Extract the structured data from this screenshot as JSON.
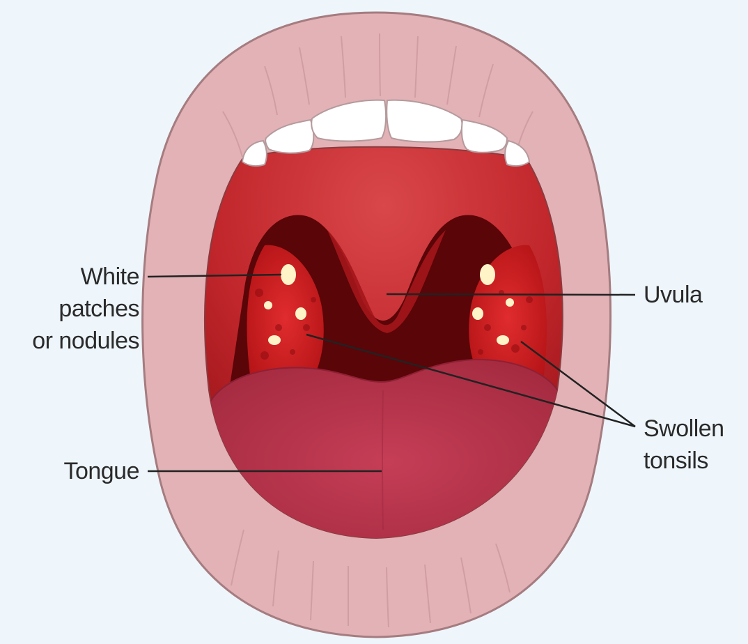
{
  "labels": {
    "white_patches": [
      "White",
      "patches",
      "or nodules"
    ],
    "uvula": "Uvula",
    "swollen_tonsils": [
      "Swollen",
      "tonsils"
    ],
    "tongue": "Tongue"
  },
  "colors": {
    "background": "#eef6fb",
    "lips": "#e2b2b6",
    "lip_outline": "#a57c80",
    "teeth": "#ffffff",
    "palate": "#c22a2f",
    "throat": "#5a0508",
    "tonsils": "#cf1e22",
    "patches": "#fff4c8",
    "tongue": "#b9344b",
    "leader_lines": "#222222"
  }
}
